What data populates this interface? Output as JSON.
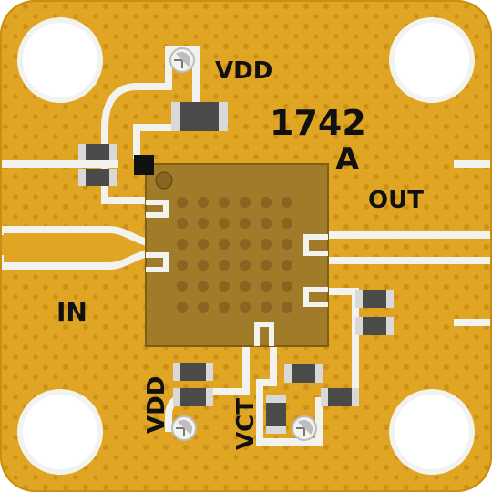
{
  "board": {
    "part_number": "1742",
    "revision": "A",
    "labels": {
      "vdd_top": "VDD",
      "vdd_bottom": "VDD",
      "vct": "VCT",
      "input": "IN",
      "output": "OUT"
    }
  },
  "colors": {
    "substrate": "#E0A623",
    "substrate_edge": "#C78E12",
    "trace": "#F2F2EE",
    "mounting_hole": "#FFFFFF",
    "chip_package": "#A07B2A",
    "chip_pad": "#8A6420",
    "component_body": "#4A4A48",
    "component_end": "#D9D9D9",
    "pin1_marker": "#111111",
    "silkscreen": "#111111"
  }
}
